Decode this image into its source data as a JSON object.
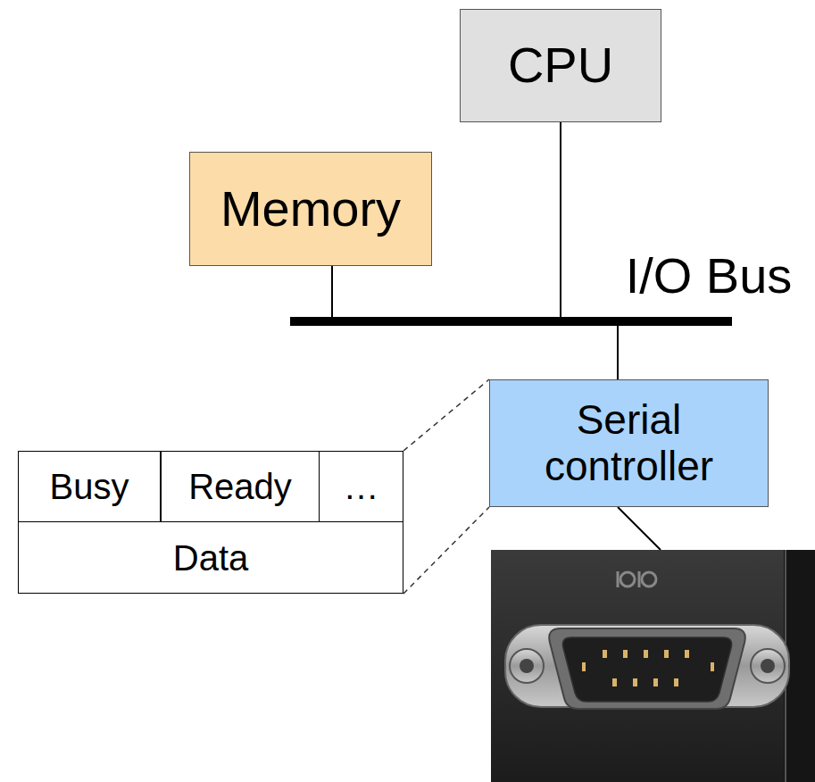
{
  "diagram": {
    "nodes": [
      {
        "text": [
          "CPU"
        ]
      },
      {
        "text": [
          "Memory"
        ]
      },
      {
        "text": [
          "Serial controller"
        ]
      }
    ],
    "edges": [
      {
        "from": 0,
        "to": 1,
        "arrow": "none"
      },
      {
        "from": 0,
        "to": 2,
        "arrow": "none"
      }
    ],
    "labels": [
      "I/O Bus",
      "Busy",
      "Ready",
      "…",
      "Data"
    ]
  }
}
